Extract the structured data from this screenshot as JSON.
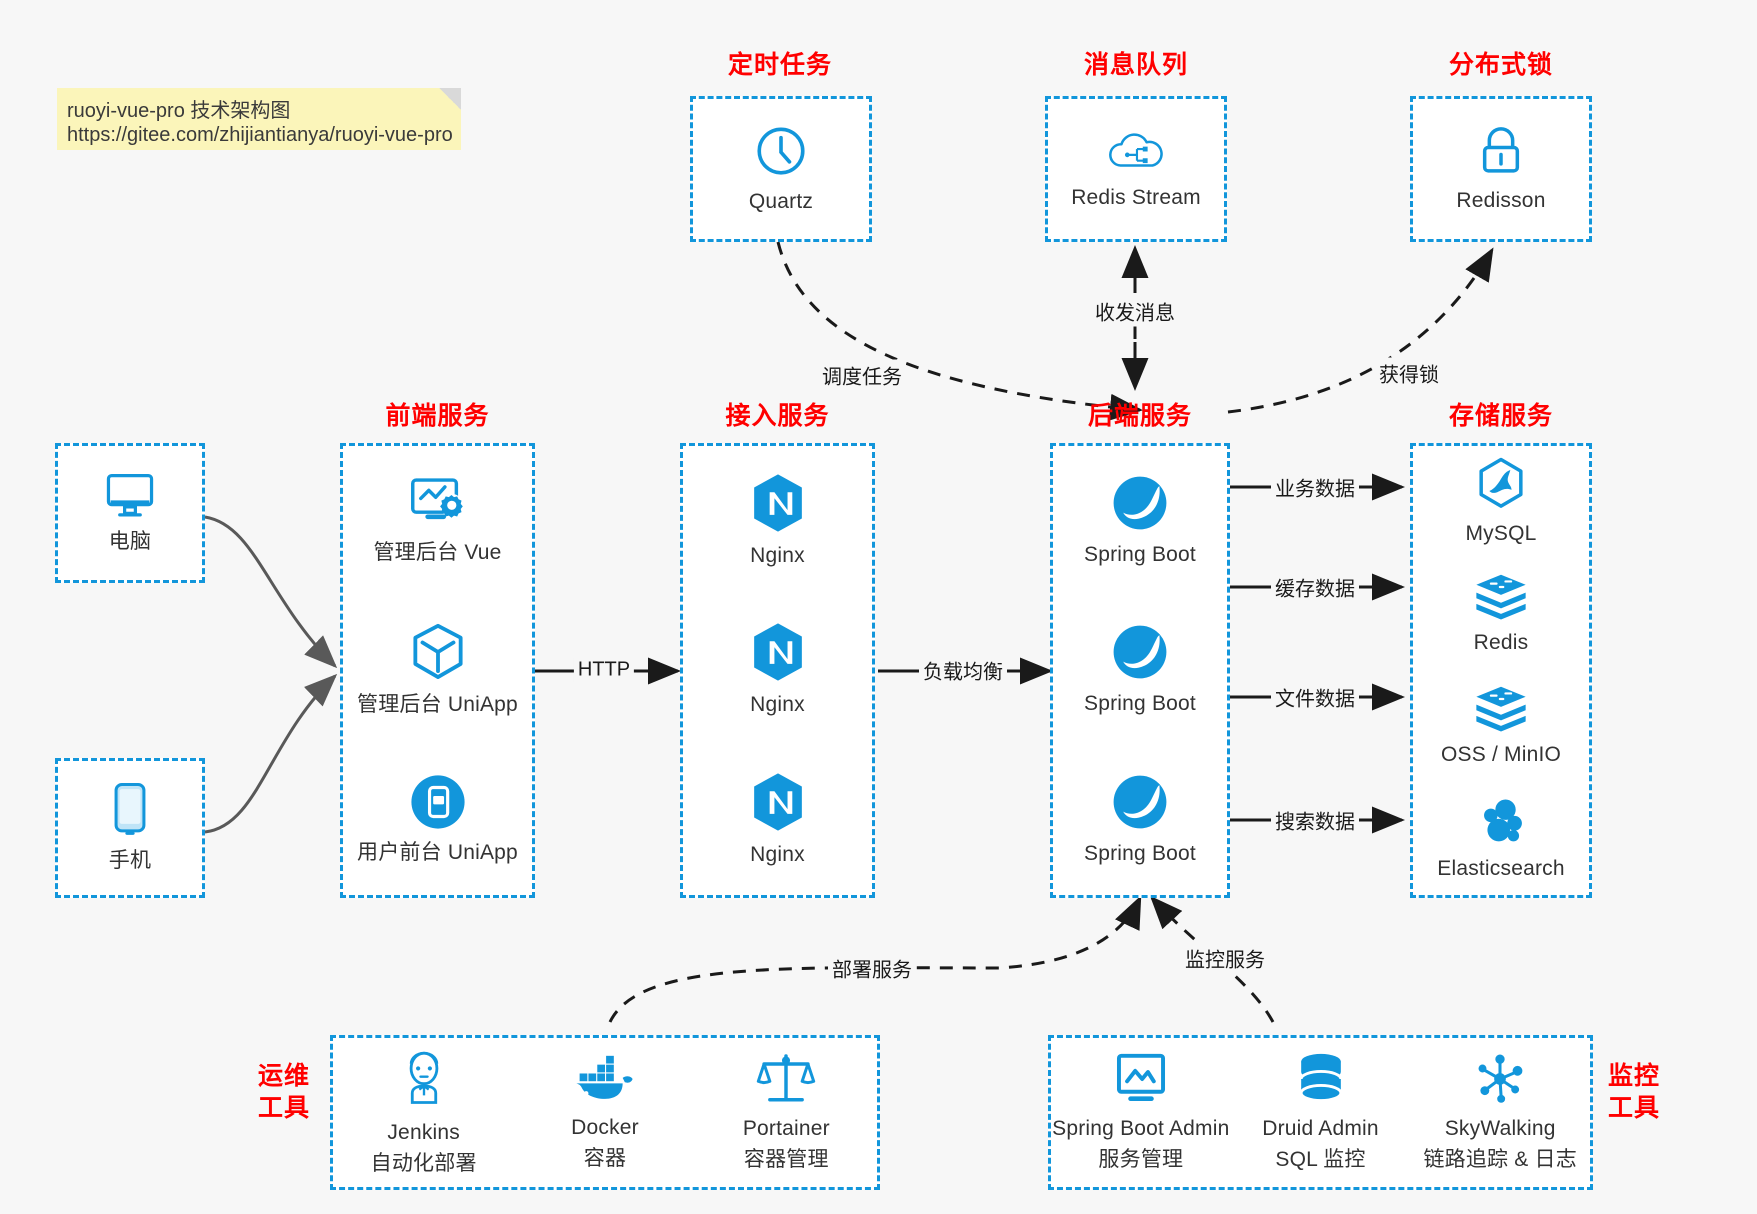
{
  "note": {
    "line1": "ruoyi-vue-pro 技术架构图",
    "line2": "https://gitee.com/zhijiantianya/ruoyi-vue-pro"
  },
  "colors": {
    "accent": "#1296db",
    "title_red": "#ff0000",
    "arrow": "#1a1a1a",
    "soft_arrow": "#595959",
    "canvas": "#f7f7f7",
    "box_fill": "#ffffff",
    "note_fill": "#fbf5ba"
  },
  "groups": {
    "scheduler": {
      "title": "定时任务",
      "items": [
        {
          "label": "Quartz",
          "icon": "clock-icon"
        }
      ]
    },
    "mq": {
      "title": "消息队列",
      "items": [
        {
          "label": "Redis Stream",
          "icon": "cloud-stream-icon"
        }
      ]
    },
    "lock": {
      "title": "分布式锁",
      "items": [
        {
          "label": "Redisson",
          "icon": "lock-icon"
        }
      ]
    },
    "clients": {
      "items": [
        {
          "label": "电脑",
          "icon": "desktop-icon"
        },
        {
          "label": "手机",
          "icon": "mobile-icon"
        }
      ]
    },
    "frontend": {
      "title": "前端服务",
      "items": [
        {
          "label": "管理后台 Vue",
          "icon": "dashboard-gear-icon"
        },
        {
          "label": "管理后台 UniApp",
          "icon": "cube-icon"
        },
        {
          "label": "用户前台 UniApp",
          "icon": "phone-app-icon"
        }
      ]
    },
    "gateway": {
      "title": "接入服务",
      "items": [
        {
          "label": "Nginx",
          "icon": "nginx-icon"
        },
        {
          "label": "Nginx",
          "icon": "nginx-icon"
        },
        {
          "label": "Nginx",
          "icon": "nginx-icon"
        }
      ]
    },
    "backend": {
      "title": "后端服务",
      "items": [
        {
          "label": "Spring Boot",
          "icon": "spring-boot-icon"
        },
        {
          "label": "Spring Boot",
          "icon": "spring-boot-icon"
        },
        {
          "label": "Spring Boot",
          "icon": "spring-boot-icon"
        }
      ]
    },
    "storage": {
      "title": "存储服务",
      "items": [
        {
          "label": "MySQL",
          "icon": "mysql-icon"
        },
        {
          "label": "Redis",
          "icon": "redis-icon"
        },
        {
          "label": "OSS / MinIO",
          "icon": "oss-minio-icon"
        },
        {
          "label": "Elasticsearch",
          "icon": "elasticsearch-icon"
        }
      ]
    },
    "devops": {
      "title": "运维\n工具",
      "title_line1": "运维",
      "title_line2": "工具",
      "items": [
        {
          "label": "Jenkins",
          "sub": "自动化部署",
          "icon": "jenkins-icon"
        },
        {
          "label": "Docker",
          "sub": "容器",
          "icon": "docker-icon"
        },
        {
          "label": "Portainer",
          "sub": "容器管理",
          "icon": "portainer-icon"
        }
      ]
    },
    "monitor": {
      "title_line1": "监控",
      "title_line2": "工具",
      "items": [
        {
          "label": "Spring Boot Admin",
          "sub": "服务管理",
          "icon": "monitor-chart-icon"
        },
        {
          "label": "Druid Admin",
          "sub": "SQL 监控",
          "icon": "database-icon"
        },
        {
          "label": "SkyWalking",
          "sub": "链路追踪 & 日志",
          "icon": "skywalking-icon"
        }
      ]
    }
  },
  "edges": [
    {
      "id": "http",
      "label": "HTTP"
    },
    {
      "id": "lb",
      "label": "负载均衡"
    },
    {
      "id": "schedule",
      "label": "调度任务"
    },
    {
      "id": "mq",
      "label": "收发消息"
    },
    {
      "id": "acquire-lock",
      "label": "获得锁"
    },
    {
      "id": "biz-data",
      "label": "业务数据"
    },
    {
      "id": "cache-data",
      "label": "缓存数据"
    },
    {
      "id": "file-data",
      "label": "文件数据"
    },
    {
      "id": "search-data",
      "label": "搜索数据"
    },
    {
      "id": "deploy",
      "label": "部署服务"
    },
    {
      "id": "monitor",
      "label": "监控服务"
    }
  ]
}
